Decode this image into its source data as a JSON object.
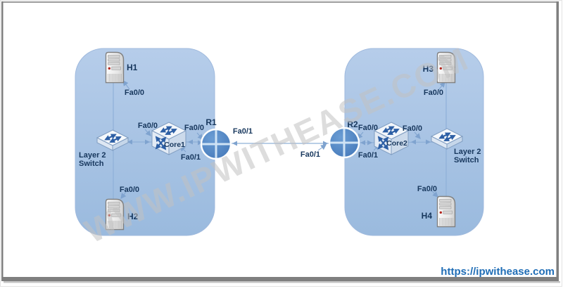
{
  "diagram": {
    "watermark": "WWW.IPWITHEASE.COM",
    "footer_link": "https://ipwithease.com"
  },
  "colors": {
    "region_fill_top": "#b6cdea",
    "region_fill_bottom": "#9abade",
    "connection_line": "#8fb0d8",
    "arrowhead": "#7fa3cf",
    "icon_arrow_blue": "#2d5fa5",
    "router_fill": "#4f87c5",
    "label_text": "#17375d",
    "watermark_gray": "#c2c2c2",
    "footer_blue": "#1f6db6",
    "frame_gray": "#7f7f7f"
  },
  "left_site": {
    "host_top": {
      "name": "H1",
      "iface": "Fa0/0"
    },
    "host_bottom": {
      "name": "H2",
      "iface": "Fa0/0"
    },
    "switch_label": {
      "line1": "Layer 2",
      "line2": "Switch"
    },
    "core": {
      "name": "Core1",
      "iface_to_switch": "Fa0/0",
      "iface_to_router": "Fa0/1"
    },
    "router": {
      "name": "R1",
      "iface_to_core": "Fa0/0",
      "iface_to_peer": "Fa0/1"
    }
  },
  "right_site": {
    "host_top": {
      "name": "H3",
      "iface": "Fa0/0"
    },
    "host_bottom": {
      "name": "H4",
      "iface": "Fa0/0"
    },
    "switch_label": {
      "line1": "Layer 2",
      "line2": "Switch"
    },
    "core": {
      "name": "Core2",
      "iface_to_switch": "Fa0/0",
      "iface_to_router": "Fa0/1"
    },
    "router": {
      "name": "R2",
      "iface_to_core": "Fa0/0",
      "iface_to_peer": "Fa0/1"
    }
  }
}
